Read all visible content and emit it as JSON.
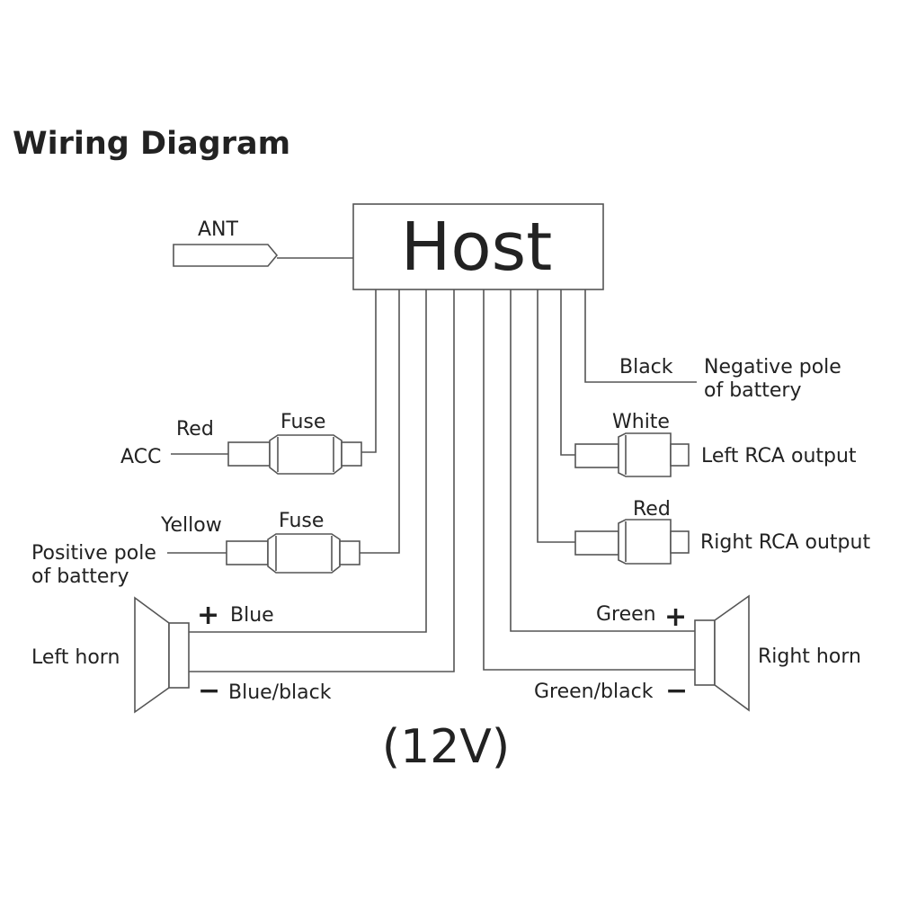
{
  "title": "Wiring Diagram",
  "host": "Host",
  "voltage": "(12V)",
  "labels": {
    "ant": "ANT",
    "red_wire": "Red",
    "acc": "ACC",
    "fuse": "Fuse",
    "yellow_wire": "Yellow",
    "positive_1": "Positive pole",
    "positive_2": "of battery",
    "black_wire": "Black",
    "negative_1": "Negative pole",
    "negative_2": "of battery",
    "white_wire": "White",
    "left_rca": "Left RCA output",
    "red_rca_wire": "Red",
    "right_rca": "Right RCA output",
    "left_horn": "Left horn",
    "right_horn": "Right horn",
    "plus": "+",
    "minus": "−",
    "blue": "Blue",
    "blue_black": "Blue/black",
    "green": "Green",
    "green_black": "Green/black"
  }
}
